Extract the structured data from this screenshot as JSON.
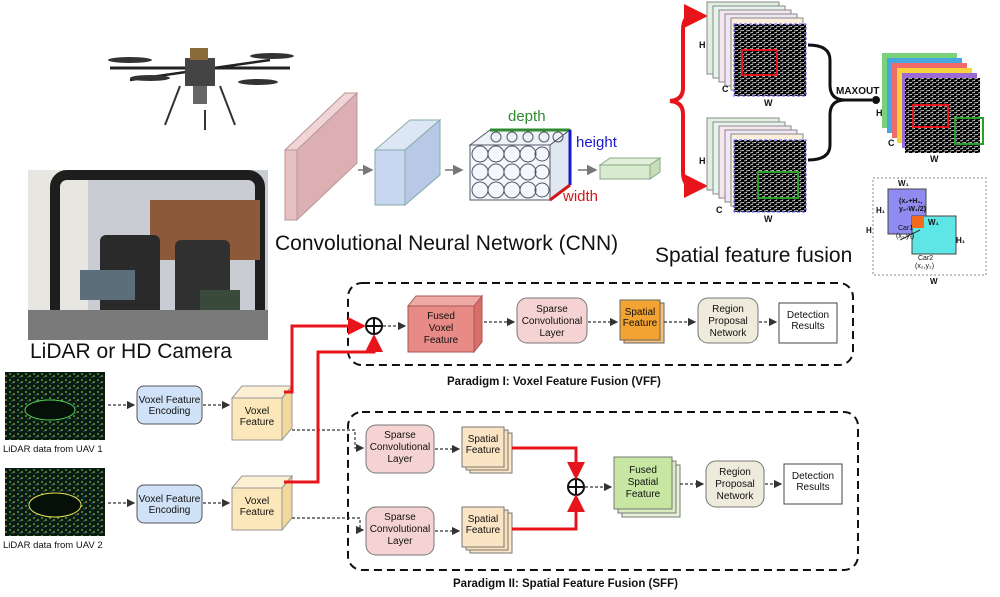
{
  "titles": {
    "cnn": "Convolutional Neural Network (CNN)",
    "spatial_fusion": "Spatial feature fusion",
    "lidar_camera": "LiDAR or HD Camera"
  },
  "cnn": {
    "depth": "depth",
    "height": "height",
    "width": "width"
  },
  "fusion": {
    "maxout": "MAXOUT",
    "h1": "H",
    "w1": "W",
    "c": "C",
    "h": "H",
    "w": "W"
  },
  "inset": {
    "w1_top": "W₁",
    "h1_left": "H₁",
    "coords_text": "(x₂+H₁,",
    "coords_text2": "y₂-W₁/2)",
    "w1_mid": "W₁",
    "car1": "Car1",
    "car1_xy": "(x₁,y₁)",
    "car2": "Car2",
    "car2_xy": "(x₂,y₂)",
    "h_left": "H",
    "h1_right": "H₁",
    "w_bottom": "W"
  },
  "inputs": {
    "uav1": "LiDAR data from UAV 1",
    "uav2": "LiDAR data from UAV 2"
  },
  "vff": {
    "encoding1": "Voxel Feature Encoding",
    "voxel1": "Voxel Feature",
    "fused_voxel": "Fused Voxel Feature",
    "sparse_conv": "Sparse Convolutional Layer",
    "spatial": "Spatial Feature",
    "rpn": "Region Proposal Network",
    "detect": "Detection Results",
    "label": "Paradigm I:  Voxel Feature Fusion (VFF)"
  },
  "sff": {
    "encoding2": "Voxel Feature Encoding",
    "voxel2": "Voxel Feature",
    "sparse_conv_a": "Sparse Convolutional Layer",
    "spatial_a": "Spatial Feature",
    "sparse_conv_b": "Sparse Convolutional Layer",
    "spatial_b": "Spatial Feature",
    "fused_spatial": "Fused Spatial Feature",
    "rpn": "Region Proposal Network",
    "detect": "Detection Results",
    "label": "Paradigm II:  Spatial Feature Fusion (SFF)"
  },
  "colors": {
    "arrow_red": "#e8141c",
    "blue_box": "#cfe2f7",
    "voxel_yellow": "#fbe7b9",
    "sparse_pink": "#f6d3d3",
    "fused_voxel": "#e88a86",
    "spatial_orange": "#f3a332",
    "rpn_gray": "#eeeadc",
    "fused_spatial": "#c7e6a2",
    "depth_green": "#2e8b2e",
    "height_blue": "#1a1acc",
    "width_red": "#d01818"
  }
}
